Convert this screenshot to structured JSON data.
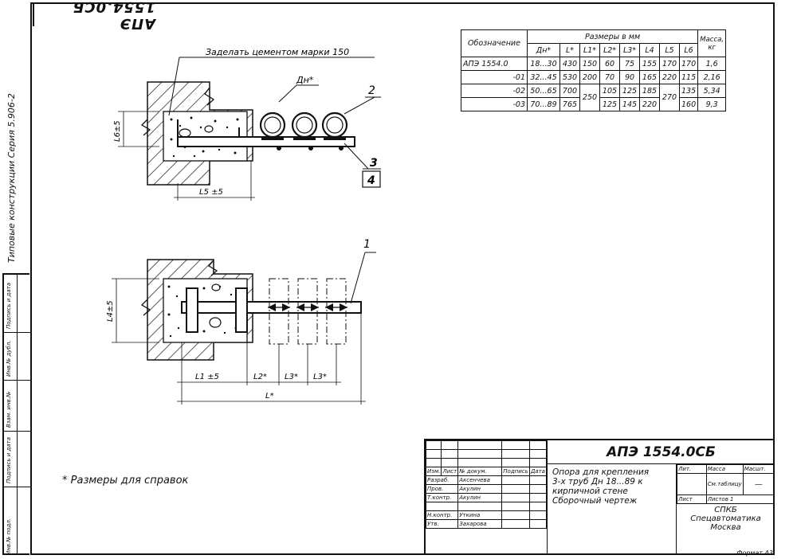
{
  "stamp_code": "АПЭ 1554.0СБ",
  "side_labels": {
    "series": "Типовые конструкции   Серия   5.906-2",
    "sidebar": [
      "Инв.№ подл.",
      "Подпись и дата",
      "Взам. инв.№",
      "Инв.№ дубл.",
      "Подпись и дата"
    ]
  },
  "drawing": {
    "note_cement": "Заделать цементом марки 150",
    "label_dn": "Дн*",
    "callouts": [
      "1",
      "2",
      "3",
      "4"
    ],
    "dims_top": {
      "l6": "L6±5",
      "l5": "L5 ±5"
    },
    "dims_bottom": {
      "l4": "L4±5",
      "l1": "L1 ±5",
      "l2": "L2*",
      "l3a": "L3*",
      "l3b": "L3*",
      "l": "L*"
    }
  },
  "spec_table": {
    "header_group": "Размеры  в  мм",
    "col_designation": "Обозначение",
    "col_mass": "Масса, кг",
    "columns": [
      "Дн*",
      "L*",
      "L1*",
      "L2*",
      "L3*",
      "L4",
      "L5",
      "L6"
    ],
    "rows": [
      {
        "designation": "АПЭ 1554.0",
        "dn": "18...30",
        "L": "430",
        "L1": "150",
        "L2": "60",
        "L3": "75",
        "L4": "155",
        "L5": "170",
        "L6": "170",
        "mass": "1,6"
      },
      {
        "designation": "-01",
        "dn": "32...45",
        "L": "530",
        "L1": "200",
        "L2": "70",
        "L3": "90",
        "L4": "165",
        "L5": "220",
        "L6": "115",
        "mass": "2,16"
      },
      {
        "designation": "-02",
        "dn": "50...65",
        "L": "700",
        "L1": "250",
        "L2": "105",
        "L3": "125",
        "L4": "185",
        "L5": "270",
        "L6": "135",
        "mass": "5,34"
      },
      {
        "designation": "-03",
        "dn": "70...89",
        "L": "765",
        "L1": "",
        "L2": "125",
        "L3": "145",
        "L4": "220",
        "L5": "",
        "L6": "160",
        "mass": "9,3"
      }
    ]
  },
  "footnote": "* Размеры для справок",
  "title_block": {
    "code": "АПЭ 1554.0СБ",
    "description": [
      "Опора для крепления",
      "3-х труб Дн 18...89 к",
      "кирпичной стене",
      "Сборочный чертеж"
    ],
    "header_row": [
      "Изм.",
      "Лист",
      "№ докум.",
      "Подпись",
      "Дата"
    ],
    "people": [
      {
        "role": "Разраб.",
        "name": "Аксенчева"
      },
      {
        "role": "Пров.",
        "name": "Акулин"
      },
      {
        "role": "Т.контр.",
        "name": "Акулин"
      },
      {
        "role": "",
        "name": ""
      },
      {
        "role": "Н.контр.",
        "name": "Уткина"
      },
      {
        "role": "Утв.",
        "name": "Захарова"
      }
    ],
    "lit_label": "Лит.",
    "mass_label": "Масса",
    "scale_label": "Масшт.",
    "mass_value": "См.таблицу",
    "scale_value": "—",
    "sheet_label": "Лист",
    "sheets_label": "Листов 1",
    "org": [
      "СПКБ",
      "Спецавтоматика",
      "Москва"
    ],
    "format": "Формат А3"
  }
}
